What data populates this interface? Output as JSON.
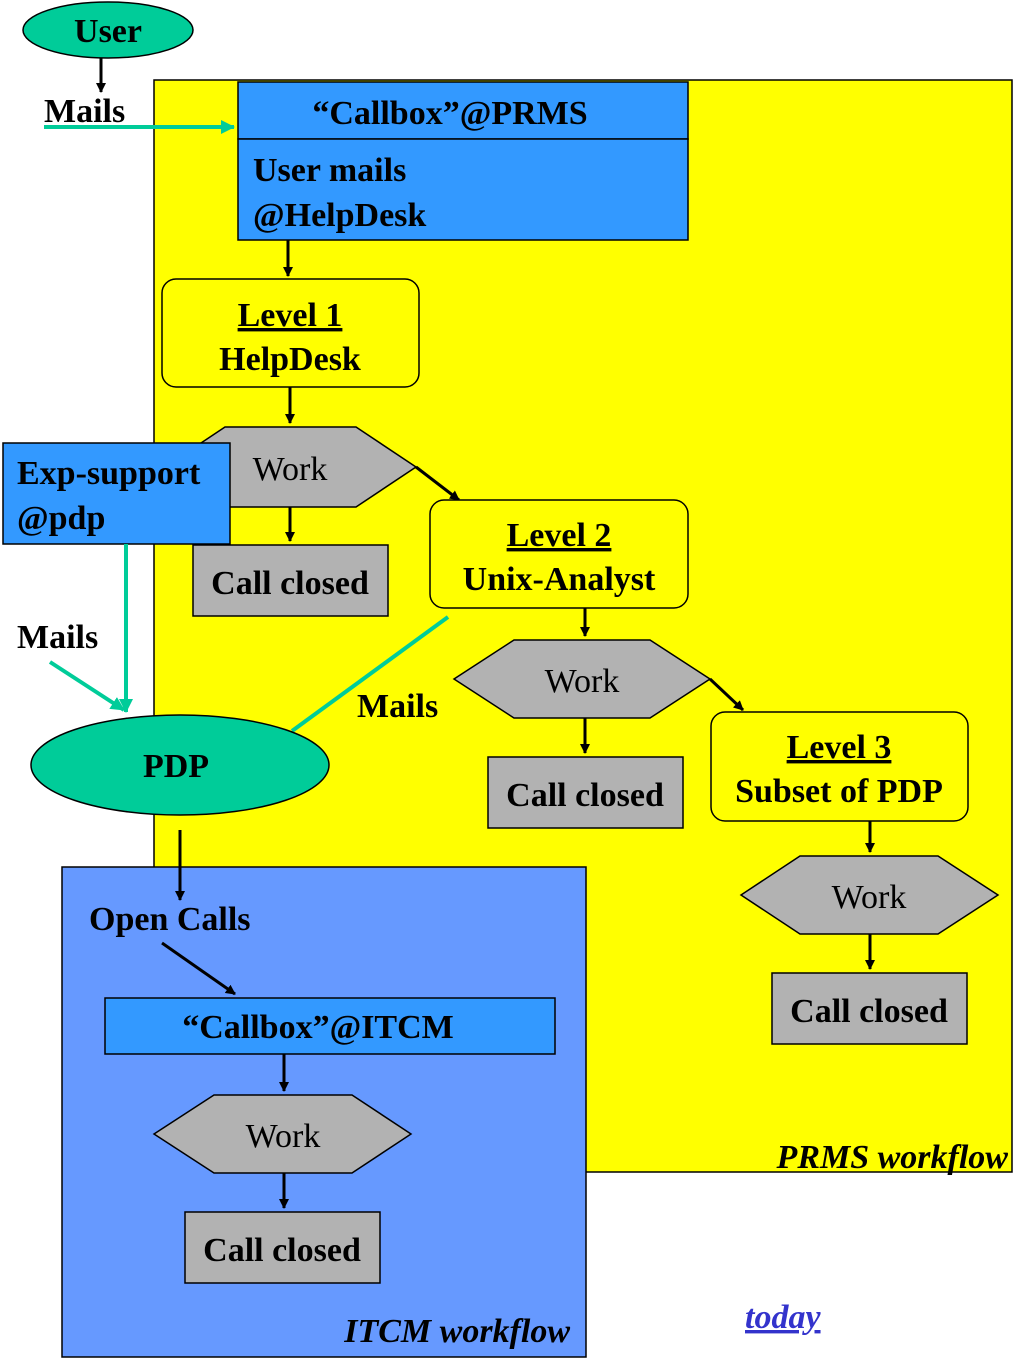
{
  "user": "User",
  "mails_top": "Mails",
  "prms": {
    "callbox_title": "“Callbox”@PRMS",
    "callbox_line1": "User mails",
    "callbox_line2": "@HelpDesk",
    "workflow_label": "PRMS workflow"
  },
  "level1": {
    "title": "Level 1",
    "subtitle": "HelpDesk",
    "work": "Work",
    "closed": "Call closed"
  },
  "level2": {
    "title": "Level 2",
    "subtitle": "Unix-Analyst",
    "work": "Work",
    "closed": "Call closed"
  },
  "level3": {
    "title": "Level 3",
    "subtitle": "Subset of PDP",
    "work": "Work",
    "closed": "Call closed"
  },
  "exp_support": {
    "line1": "Exp-support",
    "line2": "@pdp"
  },
  "mails_left": "Mails",
  "mails_mid": "Mails",
  "pdp": "PDP",
  "itcm": {
    "open_calls": "Open Calls",
    "callbox_title": "“Callbox”@ITCM",
    "work": "Work",
    "closed": "Call closed",
    "workflow_label": "ITCM workflow"
  },
  "today_link": "today",
  "colors": {
    "prms_area": "#ffff00",
    "itcm_area": "#6699ff",
    "callbox": "#3399ff",
    "ellipse": "#00cc99",
    "hex": "#b2b2b2",
    "closed_box": "#b2b2b2",
    "mail_arrow": "#00cc99",
    "link": "#3333cc"
  }
}
